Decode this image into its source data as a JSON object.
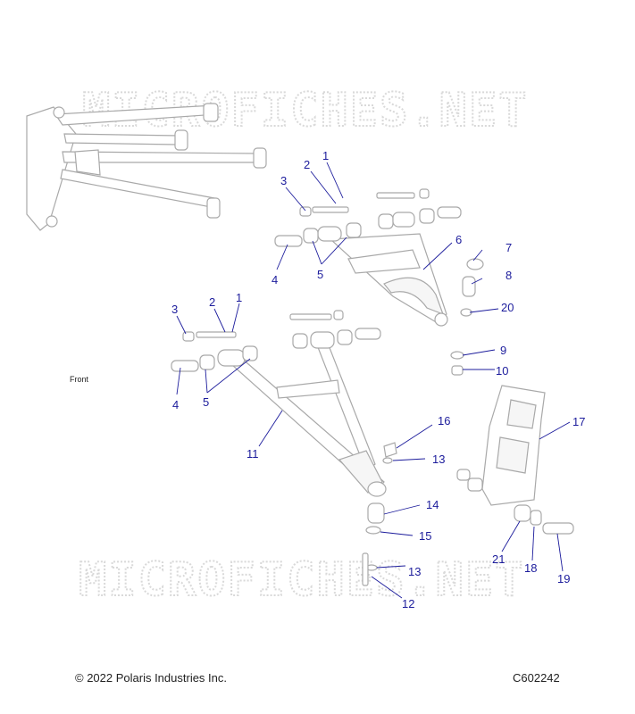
{
  "watermark": "MICROFICHES.NET",
  "front_label": "Front",
  "copyright": "© 2022 Polaris Industries Inc.",
  "diagram_code": "C602242",
  "callouts": {
    "c1a": "1",
    "c2a": "2",
    "c3a": "3",
    "c4a": "4",
    "c5a": "5",
    "c6": "6",
    "c7": "7",
    "c8": "8",
    "c20": "20",
    "c1b": "1",
    "c2b": "2",
    "c3b": "3",
    "c4b": "4",
    "c5b": "5",
    "c9": "9",
    "c10": "10",
    "c11": "11",
    "c16": "16",
    "c13a": "13",
    "c17": "17",
    "c14": "14",
    "c15": "15",
    "c13b": "13",
    "c12": "12",
    "c21": "21",
    "c18": "18",
    "c19": "19"
  }
}
